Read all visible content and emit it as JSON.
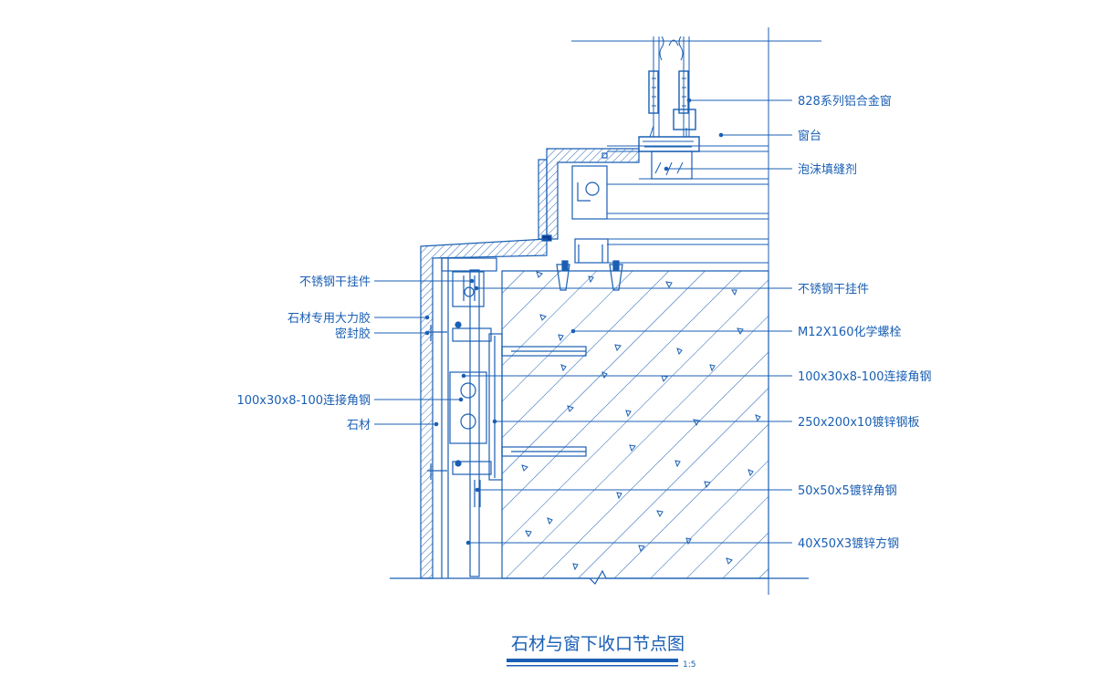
{
  "drawing": {
    "title": "石材与窗下收口节点图",
    "scale": "1:5",
    "colors": {
      "line": "#1a5fb4",
      "dark": "#0b3d91",
      "bg": "#ffffff"
    }
  },
  "labels": {
    "right": [
      "828系列铝合金窗",
      "窗台",
      "泡沫填缝剂",
      "不锈钢干挂件",
      "M12X160化学螺栓",
      "100x30x8-100连接角钢",
      "250x200x10镀锌钢板",
      "50x50x5镀锌角钢",
      "40X50X3镀锌方钢"
    ],
    "left": [
      "不锈钢干挂件",
      "石材专用大力胶",
      "密封胶",
      "100x30x8-100连接角钢",
      "石材"
    ]
  }
}
